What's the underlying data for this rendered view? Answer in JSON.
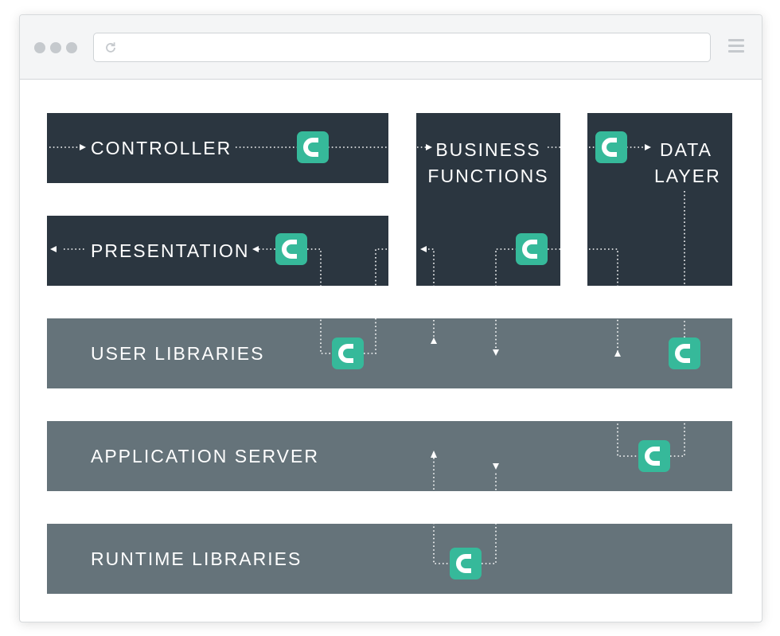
{
  "browser": {
    "window_dots": [
      "dot",
      "dot",
      "dot"
    ],
    "icons": {
      "reload": "reload-icon",
      "menu": "hamburger-menu-icon"
    }
  },
  "layers": {
    "controller": "CONTROLLER",
    "presentation": "PRESENTATION",
    "business_functions": [
      "BUSINESS",
      "FUNCTIONS"
    ],
    "data_layer": [
      "DATA",
      "LAYER"
    ],
    "user_libraries": "USER LIBRARIES",
    "application_server": "APPLICATION SERVER",
    "runtime_libraries": "RUNTIME LIBRARIES"
  },
  "connector_icon": "c-logo-icon",
  "colors": {
    "dark_box": "#2b3640",
    "gray_box": "#65737a",
    "accent": "#36b99a",
    "connector": "#ffffff"
  }
}
